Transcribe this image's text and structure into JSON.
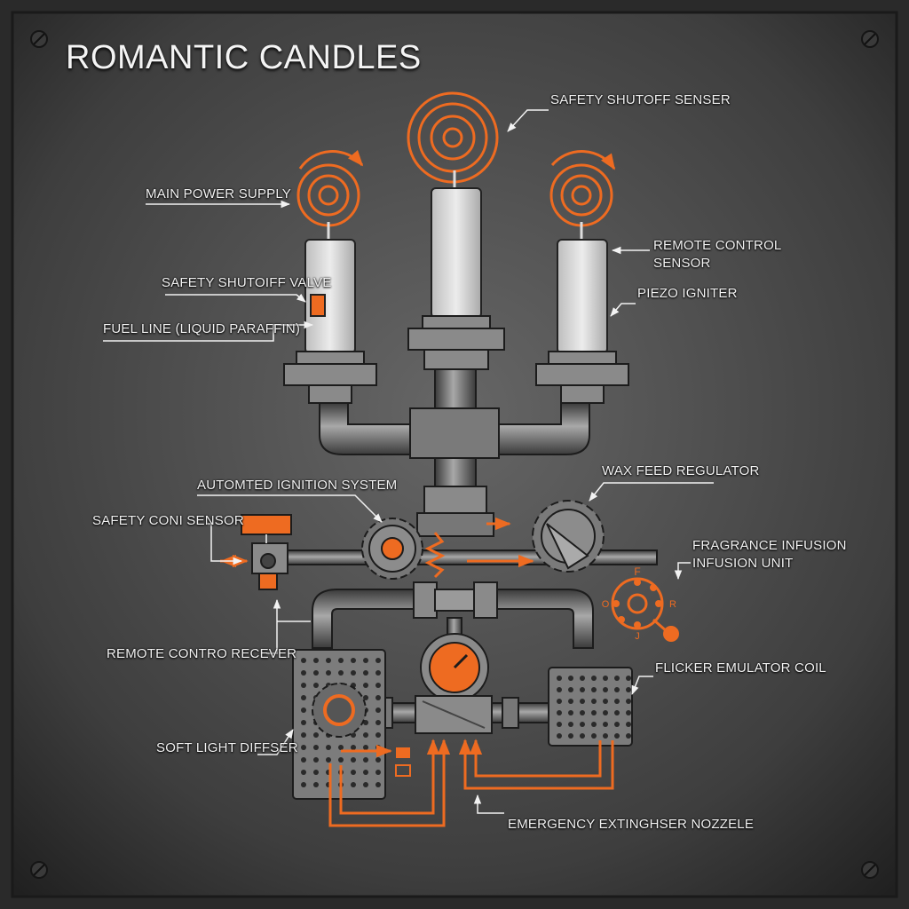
{
  "title": "ROMANTIC CANDLES",
  "colors": {
    "accent": "#ee6b21",
    "metal": "#7d7d7d",
    "panel": "#4e4e4e",
    "wax": "#dcdcdc"
  },
  "labels": {
    "safety_shutoff_sensor": "SAFETY SHUTOFF SENSER",
    "main_power_supply": "MAIN POWER SUPPLY",
    "remote_control_sensor_1": "REMOTE CONTROL",
    "remote_control_sensor_2": "SENSOR",
    "safety_shutoff_valve": "SAFETY SHUTOIFF VALVE",
    "piezo_igniter": "PIEZO IGNITER",
    "fuel_line": "FUEL LINE (LIQUID PARAFFIN)",
    "automated_ignition": "AUTOMTED IGNITION SYSTEM",
    "wax_feed_regulator": "WAX FEED REGULATOR",
    "safety_control_sensor": "SAFETY CONI SENSOR",
    "fragrance_infusion_1": "FRAGRANCE INFUSION",
    "fragrance_infusion_2": "INFUSION UNIT",
    "remote_control_receiver": "REMOTE CONTRO RECEVER",
    "flicker_emulator": "FLICKER EMULATOR COIL",
    "soft_light_diffuser": "SOFT LIGHT DIFFSER",
    "emergency_nozzle": "EMERGENCY EXTINGHSER NOZZELE"
  },
  "fragrance_dial": {
    "top": "F",
    "left": "O",
    "right": "R",
    "bottom": "J"
  }
}
